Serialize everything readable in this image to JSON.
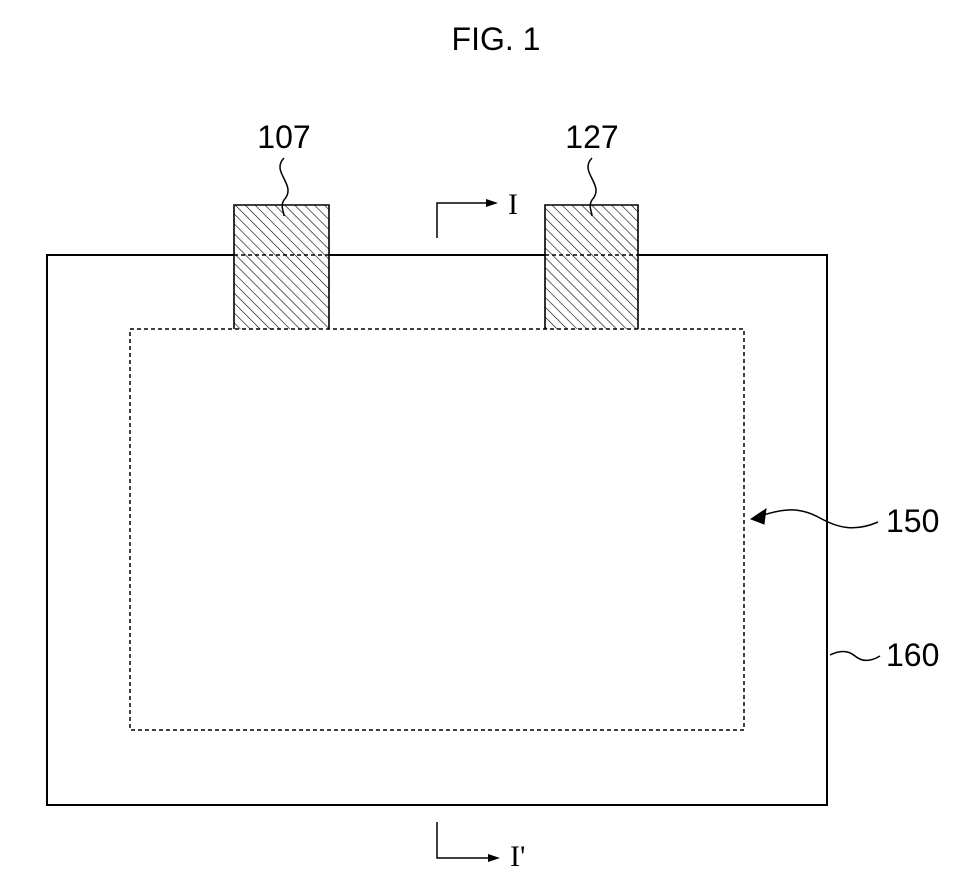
{
  "figure": {
    "title": "FIG. 1",
    "labels": {
      "tab_left": "107",
      "tab_right": "127",
      "inner": "150",
      "outer": "160"
    },
    "section": {
      "top": "I",
      "bottom": "I'"
    }
  }
}
